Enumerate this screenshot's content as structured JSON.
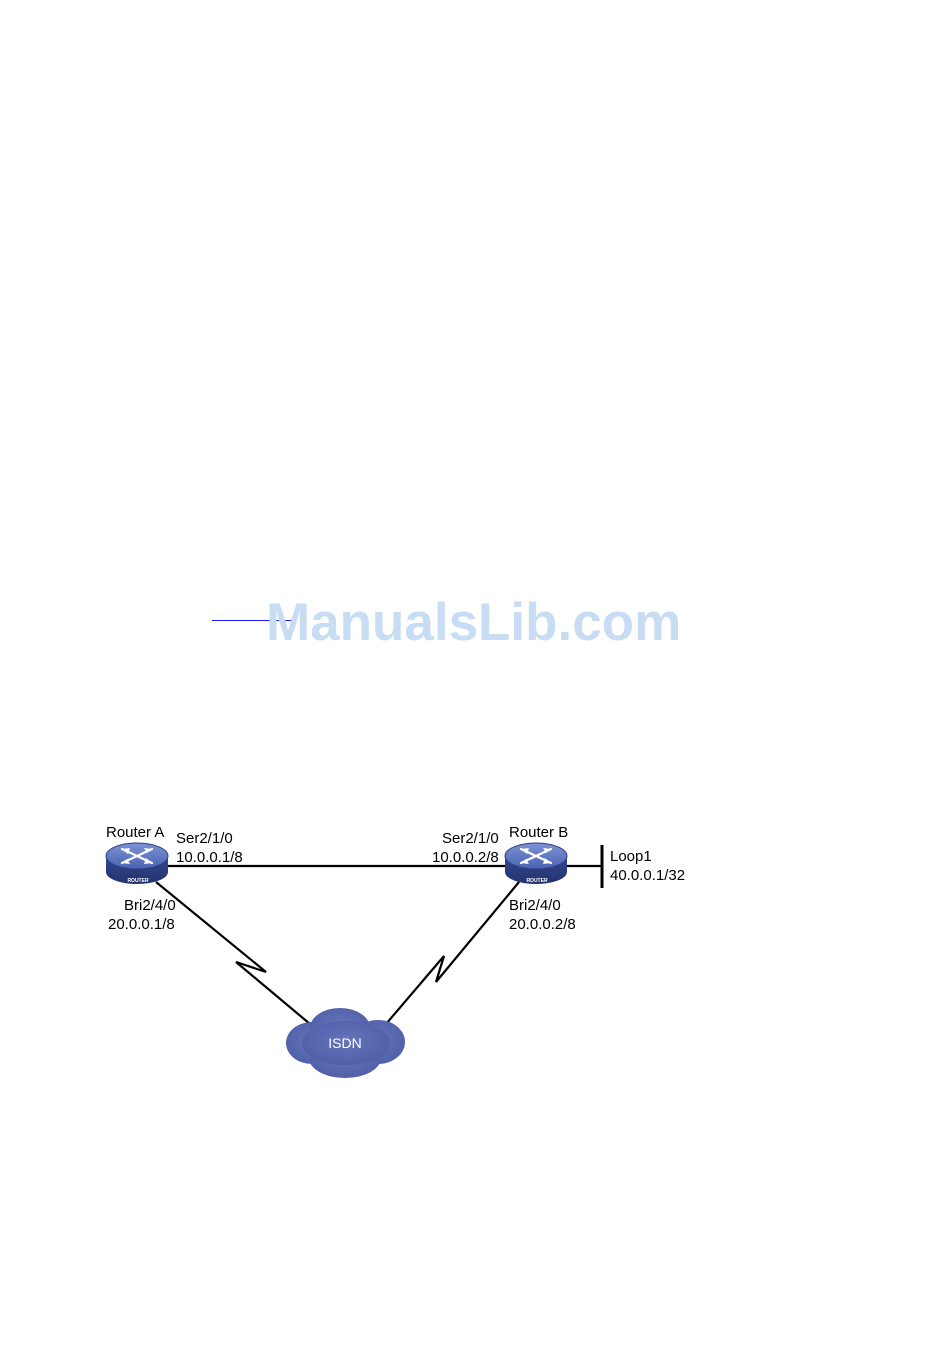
{
  "watermark": {
    "text": "ManualsLib.com"
  },
  "diagram": {
    "router_a": {
      "name": "Router A",
      "device_label": "ROUTER",
      "ser_iface": "Ser2/1/0",
      "ser_ip": "10.0.0.1/8",
      "bri_iface": "Bri2/4/0",
      "bri_ip": "20.0.0.1/8"
    },
    "router_b": {
      "name": "Router B",
      "device_label": "ROUTER",
      "ser_iface": "Ser2/1/0",
      "ser_ip": "10.0.0.2/8",
      "bri_iface": "Bri2/4/0",
      "bri_ip": "20.0.0.2/8"
    },
    "loopback": {
      "name": "Loop1",
      "ip": "40.0.0.1/32"
    },
    "cloud": {
      "label": "ISDN"
    },
    "colors": {
      "router_body": "#3a4f9c",
      "router_top": "#5b74bf",
      "cloud_fill": "#5566ad",
      "link": "#000000"
    }
  }
}
